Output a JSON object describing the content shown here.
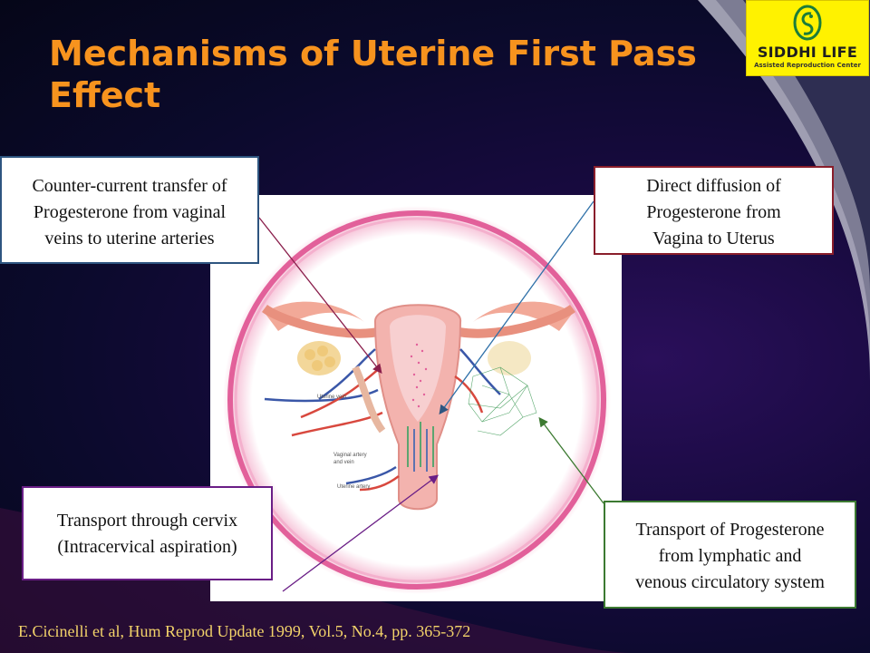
{
  "slide": {
    "title": "Mechanisms of Uterine First Pass Effect",
    "citation": "E.Cicinelli et al, Hum Reprod Update 1999, Vol.5, No.4, pp. 365-372"
  },
  "logo": {
    "name": "SIDDHI LIFE",
    "tagline": "Assisted Reproduction Center",
    "background_color": "#fff200"
  },
  "callouts": {
    "counter_current": [
      "Counter-current transfer of",
      "Progesterone from vaginal",
      "veins to uterine arteries"
    ],
    "direct_diffusion": [
      "Direct diffusion of",
      "Progesterone from",
      "Vagina to Uterus"
    ],
    "cervix_transport": [
      "Transport through cervix",
      "(Intracervical aspiration)"
    ],
    "lymphatic_transport": [
      "Transport of Progesterone",
      "from lymphatic and",
      "venous circulatory system"
    ]
  },
  "figure_labels": {
    "uterine_vein": "Uterine vein",
    "vaginal_artery_vein": [
      "Vaginal artery",
      "and vein"
    ],
    "uterine_artery": "Uterine artery"
  },
  "colors": {
    "title": "#f7931e",
    "citation": "#f3d36a",
    "callout_counter_current_border": "#2e5580",
    "callout_direct_diffusion_border": "#8a1e2b",
    "callout_cervix_border": "#6a1e86",
    "callout_lymphatic_border": "#3c7a31"
  }
}
